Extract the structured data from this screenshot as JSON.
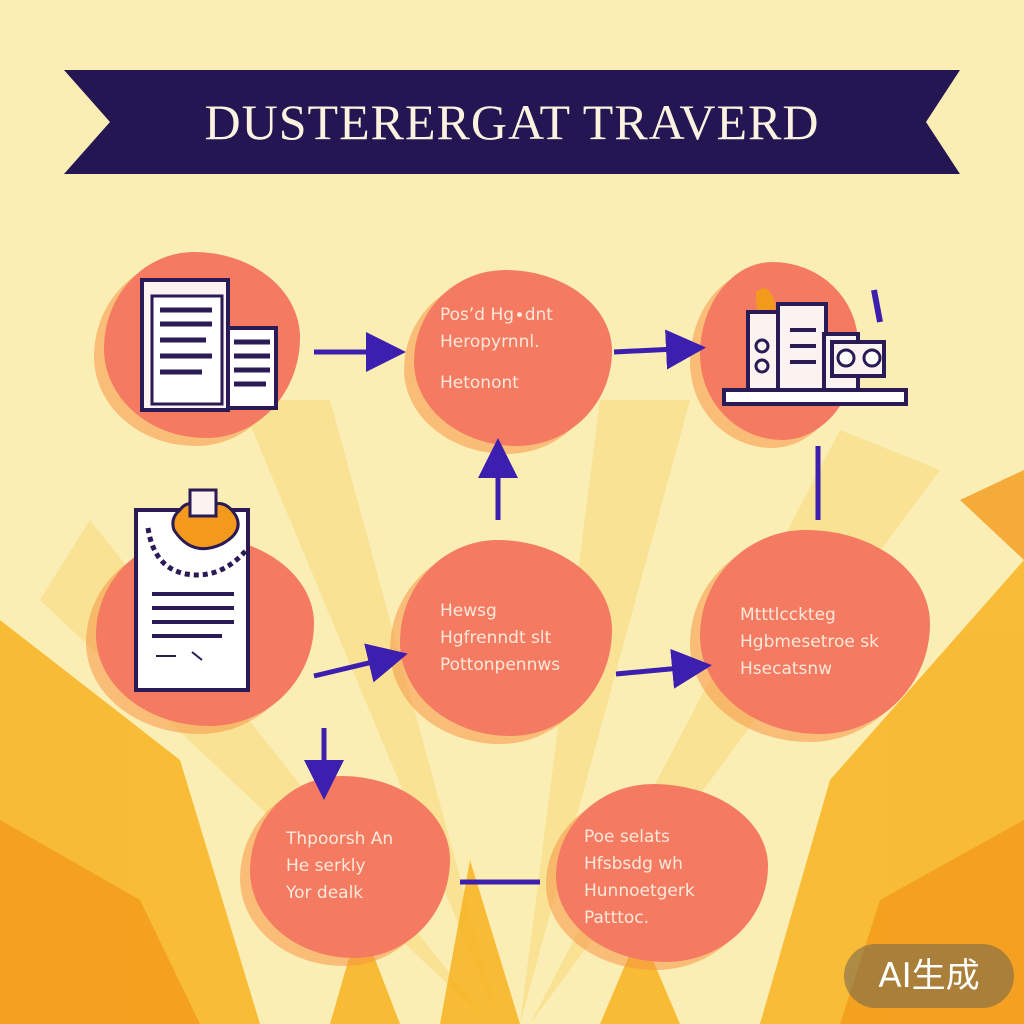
{
  "title": "DUSTERERGAT TRAVERD",
  "colors": {
    "background": "#fbeeb4",
    "banner": "#241553",
    "node": "#f47a62",
    "arrow": "#3d1fb0",
    "sunburst": "#f7b320"
  },
  "nodes": [
    {
      "id": "documents",
      "lines": [],
      "icon": "documents-icon"
    },
    {
      "id": "step-2",
      "lines": [
        "Pos’d Hg∙dnt",
        "Heropyrnnl.",
        "Hetonont"
      ]
    },
    {
      "id": "machine",
      "lines": [],
      "icon": "machine-icon"
    },
    {
      "id": "checklist",
      "lines": [],
      "icon": "clipboard-icon"
    },
    {
      "id": "step-5",
      "lines": [
        "Hewsg",
        "Hgfrenndt slt",
        "Pottonpennws"
      ]
    },
    {
      "id": "step-6",
      "lines": [
        "Mtttlcckteg",
        "Hgbmesetroe sk",
        "Hsecatsnw"
      ]
    },
    {
      "id": "step-7",
      "lines": [
        "Thpoorsh An",
        "He serkly",
        "Yor dealk"
      ]
    },
    {
      "id": "step-8",
      "lines": [
        "Poe selats",
        "Hfsbsdg wh",
        "Hunnoetgerk",
        "Patttoc."
      ]
    }
  ],
  "badge": "AI生成"
}
